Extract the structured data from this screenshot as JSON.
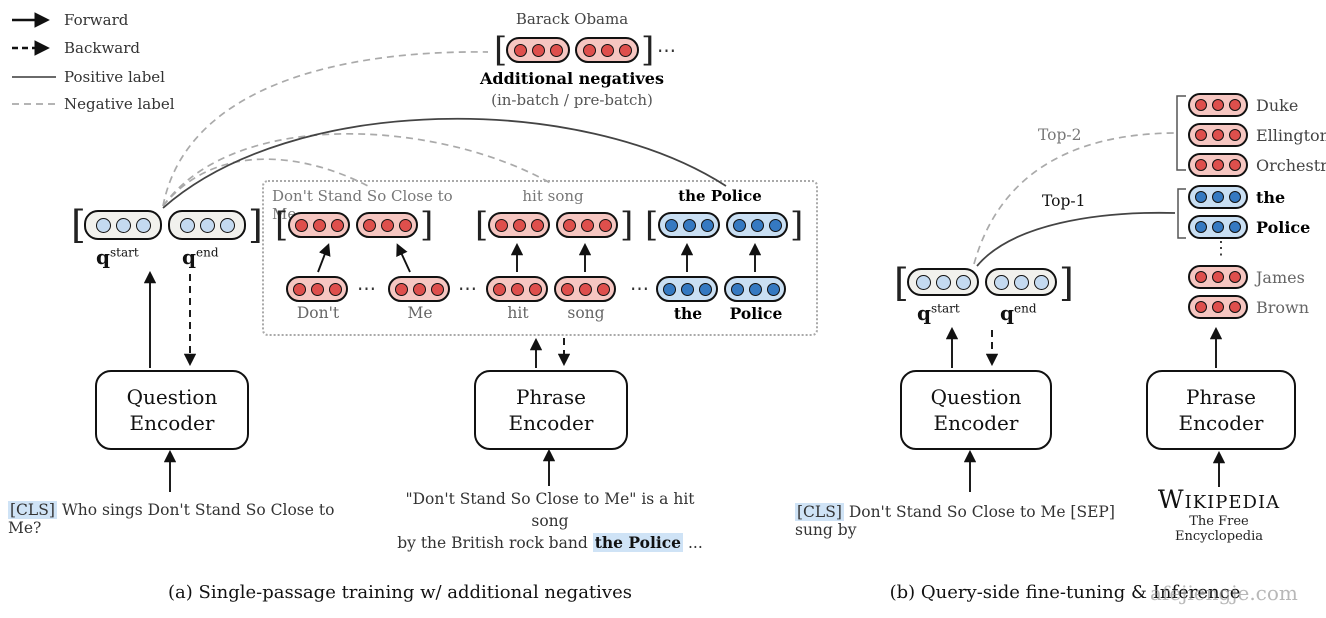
{
  "legend": {
    "items": [
      {
        "label": "Forward",
        "line": "solid-arrow"
      },
      {
        "label": "Backward",
        "line": "dashed-arrow"
      },
      {
        "label": "Positive label",
        "line": "solid"
      },
      {
        "label": "Negative label",
        "line": "dashed"
      }
    ]
  },
  "colors": {
    "red_pill_fill": "#f6c6c1",
    "red_dot": "#de4f4c",
    "blue_pill_fill": "#c9dff3",
    "blue_dot": "#3579c1",
    "query_pill_fill": "#f1f1ed",
    "query_dot": "#c4daf0",
    "highlight": "#cfe3f6",
    "positive_line": "#444444",
    "negative_line": "#aaaaaa"
  },
  "panel_a": {
    "caption": "(a) Single-passage training w/ additional negatives",
    "negatives": {
      "title": "Barack Obama",
      "label": "Additional negatives",
      "sublabel": "(in-batch / pre-batch)",
      "ellipsis": "⋯"
    },
    "query": {
      "start": {
        "base": "q",
        "sup": "start"
      },
      "end": {
        "base": "q",
        "sup": "end"
      }
    },
    "separator": "⋯",
    "groups": [
      {
        "title": "Don't Stand So Close to Me",
        "color": "red",
        "tokens": [
          "Don't",
          "Me"
        ]
      },
      {
        "title": "hit song",
        "color": "red",
        "tokens": [
          "hit",
          "song"
        ]
      },
      {
        "title": "the Police",
        "color": "blue",
        "tokens": [
          "the",
          "Police"
        ]
      }
    ],
    "question_encoder": {
      "line1": "Question",
      "line2": "Encoder"
    },
    "phrase_encoder": {
      "line1": "Phrase",
      "line2": "Encoder"
    },
    "question_input": {
      "cls": "[CLS]",
      "text": "Who sings Don't Stand So Close to Me?"
    },
    "passage": {
      "line1": "\"Don't Stand So Close to Me\" is a hit song",
      "line2_pre": "by the British rock band",
      "highlight": "the Police",
      "line2_post": "..."
    }
  },
  "panel_b": {
    "caption": "(b) Query-side fine-tuning & Inference",
    "watermark": "afejiengje.com",
    "top2": "Top-2",
    "top1": "Top-1",
    "query": {
      "start": {
        "base": "q",
        "sup": "start"
      },
      "end": {
        "base": "q",
        "sup": "end"
      }
    },
    "results": [
      {
        "label": "Duke",
        "color": "red"
      },
      {
        "label": "Ellington",
        "color": "red"
      },
      {
        "label": "Orchestra",
        "color": "red"
      },
      {
        "label": "the",
        "color": "blue",
        "bold": true
      },
      {
        "label": "Police",
        "color": "blue",
        "bold": true
      },
      {
        "label": "James",
        "color": "red"
      },
      {
        "label": "Brown",
        "color": "red"
      }
    ],
    "vdots": "⋮",
    "question_encoder": {
      "line1": "Question",
      "line2": "Encoder"
    },
    "phrase_encoder": {
      "line1": "Phrase",
      "line2": "Encoder"
    },
    "query_input": {
      "cls": "[CLS]",
      "text": "Don't Stand So Close to Me [SEP] sung by"
    },
    "wikipedia": {
      "title": "Wikipedia",
      "subtitle": "The Free Encyclopedia"
    }
  }
}
